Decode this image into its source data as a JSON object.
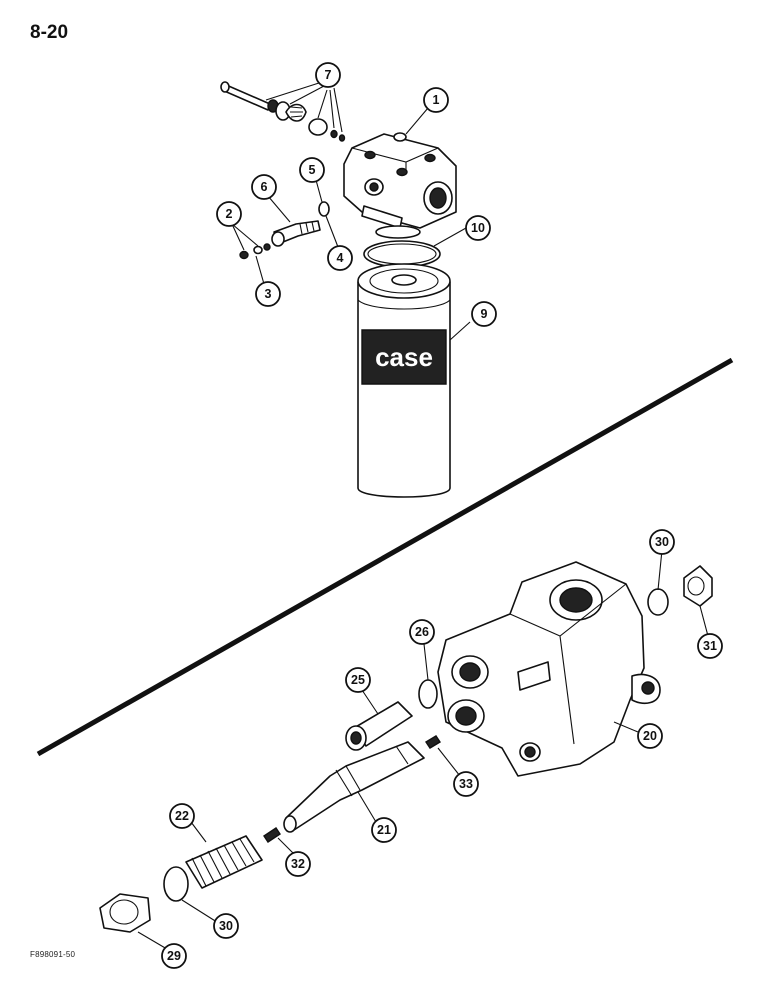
{
  "header": {
    "page_number": "8-20"
  },
  "footer": {
    "figure_code": "F898091-50"
  },
  "filter_brand": "case",
  "callouts": [
    {
      "id": "callout-1",
      "label": "1"
    },
    {
      "id": "callout-2",
      "label": "2"
    },
    {
      "id": "callout-3",
      "label": "3"
    },
    {
      "id": "callout-4",
      "label": "4"
    },
    {
      "id": "callout-5",
      "label": "5"
    },
    {
      "id": "callout-6",
      "label": "6"
    },
    {
      "id": "callout-7",
      "label": "7"
    },
    {
      "id": "callout-9",
      "label": "9"
    },
    {
      "id": "callout-10",
      "label": "10"
    },
    {
      "id": "callout-20",
      "label": "20"
    },
    {
      "id": "callout-21",
      "label": "21"
    },
    {
      "id": "callout-22",
      "label": "22"
    },
    {
      "id": "callout-25",
      "label": "25"
    },
    {
      "id": "callout-26",
      "label": "26"
    },
    {
      "id": "callout-29",
      "label": "29"
    },
    {
      "id": "callout-30a",
      "label": "30"
    },
    {
      "id": "callout-30b",
      "label": "30"
    },
    {
      "id": "callout-31",
      "label": "31"
    },
    {
      "id": "callout-32",
      "label": "32"
    },
    {
      "id": "callout-33",
      "label": "33"
    }
  ]
}
